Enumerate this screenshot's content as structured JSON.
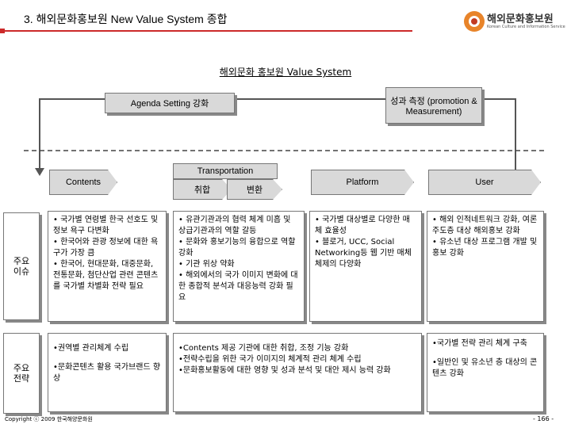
{
  "header": {
    "title": "3. 해외문화홍보원 New Value System 종합",
    "logo_name": "해외문화홍보원",
    "logo_subtitle": "Korean Culture and Information Service"
  },
  "diagram": {
    "heading": "해외문화 홍보원 Value System",
    "agenda": "Agenda Setting 강화",
    "measure": "성과 측정 (promotion & Measurement)",
    "columns": {
      "contents": "Contents",
      "transportation": "Transportation",
      "acquire": "취합",
      "transform": "변환",
      "platform": "Platform",
      "user": "User"
    },
    "rows": {
      "issue_label": "주요 이슈",
      "strategy_label": "주요 전략"
    },
    "issues": {
      "contents": [
        "• 국가별 연령별 한국 선호도 및 정보 욕구 다변화",
        "• 한국어와 관광 정보에 대한 욕구가 가장 큼",
        "• 한국어, 현대문화, 대중문화, 전통문화, 첨단산업 관련 콘텐츠를 국가별 차별화 전략 필요"
      ],
      "transportation": [
        "• 유관기관과의 협력 체계 미흡 및 상급기관과의 역할 갈등",
        "• 문화와 홍보기능의 융합으로 역할 강화",
        "• 기관 위상 약화",
        "• 해외에서의 국가 이미지 변화에 대한 종합적 분석과 대응능력 강화 필요"
      ],
      "platform": [
        "• 국가별 대상별로 다양한 매체 효율성",
        "• 블로거, UCC, Social Networking등 웹 기반 매체 체제의 다양화"
      ],
      "user": [
        "• 해외 인적네트워크 강화, 여론 주도층 대상 해외홍보 강화",
        "• 유소년 대상 프로그램 개발 및 홍보 강화"
      ]
    },
    "strategies": {
      "contents": [
        "•권역별 관리체계 수립",
        "•문화콘텐츠 활용 국가브랜드 향상"
      ],
      "middle": [
        "•Contents 제공 기관에 대한 취합, 조정 기능 강화",
        "•전략수립을 위한 국가 이미지의 체계적 관리 체계 수립",
        "•문화홍보활동에 대한 영향 및 성과 분석 및 대안 제시 능력 강화"
      ],
      "user": [
        "•국가별 전략 관리 체계 구축",
        "•일반인 및 유소년 층 대상의 콘텐츠 강화"
      ]
    }
  },
  "footer": {
    "copyright": "Copyright ⓒ 2009 한국해양문화원",
    "page_number": "- 166 -"
  }
}
